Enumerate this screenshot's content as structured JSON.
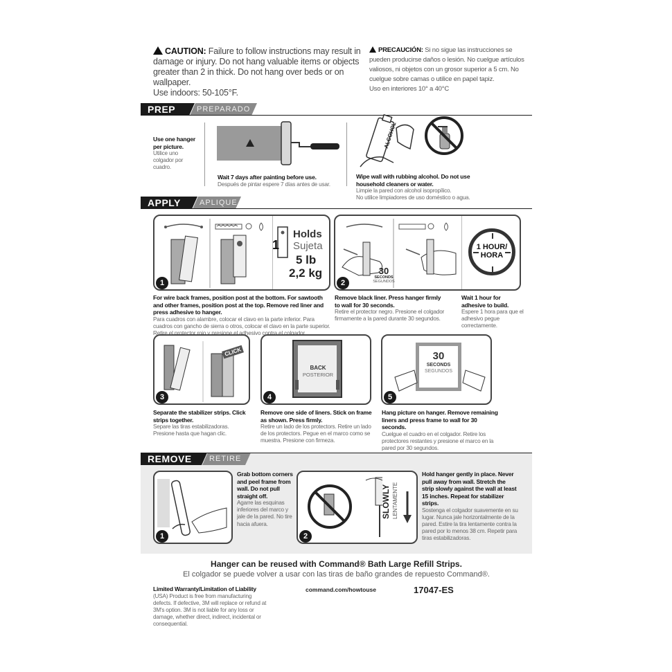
{
  "caution": {
    "en_title": "CAUTION:",
    "en_text": "Failure to follow instructions may result in damage or injury. Do not hang valuable items or objects greater than 2 in thick. Do not hang over beds or on wallpaper.",
    "en_temp": "Use indoors: 50-105°F.",
    "es_title": "PRECAUCIÓN:",
    "es_text": "Si no sigue las instrucciones se pueden producirse daños o lesión. No cuelgue artículos valiosos, ni objetos con un grosor superior a 5 cm. No cuelgue sobre camas o utilice en papel tapiz.",
    "es_temp": "Uso en interiores 10° a 40°C"
  },
  "prep": {
    "title": "PREP",
    "title_es": "PREPARADO",
    "hanger_b": "Use one hanger per picture.",
    "hanger_l": "Utilice uno colgador por cuadro.",
    "paint_b": "Wait 7 days after painting before use.",
    "paint_l": "Después de pintar espere 7 días antes de usar.",
    "alcohol_label": "ALCOHOL",
    "wipe_b": "Wipe wall with rubbing alcohol. Do not use household cleaners or water.",
    "wipe_l1": "Limpie la pared con alcohol isopropílico.",
    "wipe_l2": "No utilice limpiadores de uso doméstico o agua."
  },
  "apply": {
    "title": "APPLY",
    "title_es": "APLIQUE",
    "holds": "Holds",
    "sujeta": "Sujeta",
    "lb": "5 lb",
    "kg": "2,2 kg",
    "count": "1",
    "seconds_30": "30",
    "seconds": "SECONDS",
    "segundos": "SEGUNDOS",
    "hour": "1 HOUR/",
    "hora": "HORA",
    "step1_num": "1",
    "step1_b": "For wire back frames, position post at the bottom. For sawtooth and other frames, position post at the top. Remove red liner and press adhesive to hanger.",
    "step1_l": "Para cuadros con alambre, colocar el clavo en la parte inferior. Para cuadros con gancho de sierra o otros, colocar el clavo en la parte superior. Retire el protector rojo y presione el adhesivo contra el colgador.",
    "step2_num": "2",
    "step2_b": "Remove black liner. Press hanger firmly to wall for 30 seconds.",
    "step2_l": "Retire el protector negro. Presione el colgador firmamente a la pared durante 30 segundos.",
    "wait_b": "Wait 1 hour for adhesive to build.",
    "wait_l": "Espere 1 hora para que el adhesivo pegue correctamente.",
    "click": "CLICK",
    "step3_num": "3",
    "step3_b": "Separate the stabilizer strips. Click strips together.",
    "step3_l": "Separe las tiras estabilizadoras. Presione hasta que hagan clic.",
    "back": "BACK",
    "posterior": "POSTERIOR",
    "step4_num": "4",
    "step4_b": "Remove one side of liners. Stick on frame as shown. Press firmly.",
    "step4_l": "Retire un lado de los protectors. Retire un lado de los protectors. Pegue en el marco como se muestra. Presione con firmeza.",
    "step5_num": "5",
    "step5_b": "Hang picture on hanger. Remove remaining liners and press frame to wall for 30 seconds.",
    "step5_l": "Cuelgue el cuadro en el colgador. Retire los protectores restantes y presione el marco en la pared por 30 segundos."
  },
  "remove": {
    "title": "REMOVE",
    "title_es": "RETIRE",
    "step1_num": "1",
    "step1_b": "Grab bottom corners and peel frame from wall. Do not pull straight off.",
    "step1_l": "Agarre las esquinas inferiores del marco y jale de la pared. No tire hacia afuera.",
    "step2_num": "2",
    "slowly": "SLOWLY",
    "lentamente": "LENTAMENTE",
    "step2_b": "Hold hanger gently in place. Never pull away from wall. Stretch the strip slowly against the wall at least 15 inches. Repeat for stabilizer strips.",
    "step2_l": "Sostenga el colgador suavemente en su lugar. Nunca jale horizontalmente de la pared. Estire la tira lentamente contra la pared por lo menos 38 cm. Repetir para tiras estabilizadoras."
  },
  "footer": {
    "reuse_en": "Hanger can be reused with Command® Bath Large Refill Strips.",
    "reuse_es": "El colgador se puede volver a usar con las tiras de baño grandes de repuesto Command®.",
    "warranty_title": "Limited Warranty/Limitation of Liability",
    "warranty_text": "(USA) Product is free from manufacturing defects. If defective, 3M will replace or refund at 3M's option. 3M is not liable for any loss or damage, whether direct, indirect, incidental or consequential.",
    "url": "command.com/howtouse",
    "code": "17047-ES"
  }
}
